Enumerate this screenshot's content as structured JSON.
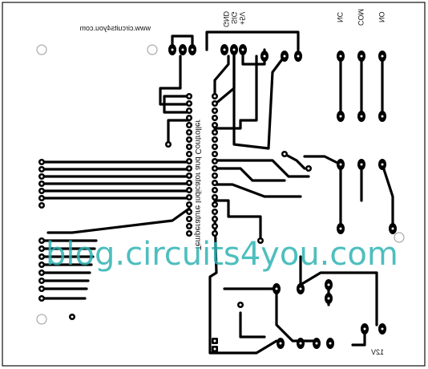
{
  "board": {
    "url_text": "www.circuits4you.com",
    "title_text": "Temperature Indicator and Controller",
    "watermark": "blog.circuits4you.com",
    "pin_labels": [
      "GND",
      "SIG",
      "+5V"
    ],
    "relay_labels": [
      "NC",
      "COM",
      "NO"
    ],
    "supply_label": "12V",
    "colors": {
      "trace": "#000000",
      "watermark": "#2fb3b3",
      "background": "#ffffff",
      "outline": "#111111"
    }
  }
}
